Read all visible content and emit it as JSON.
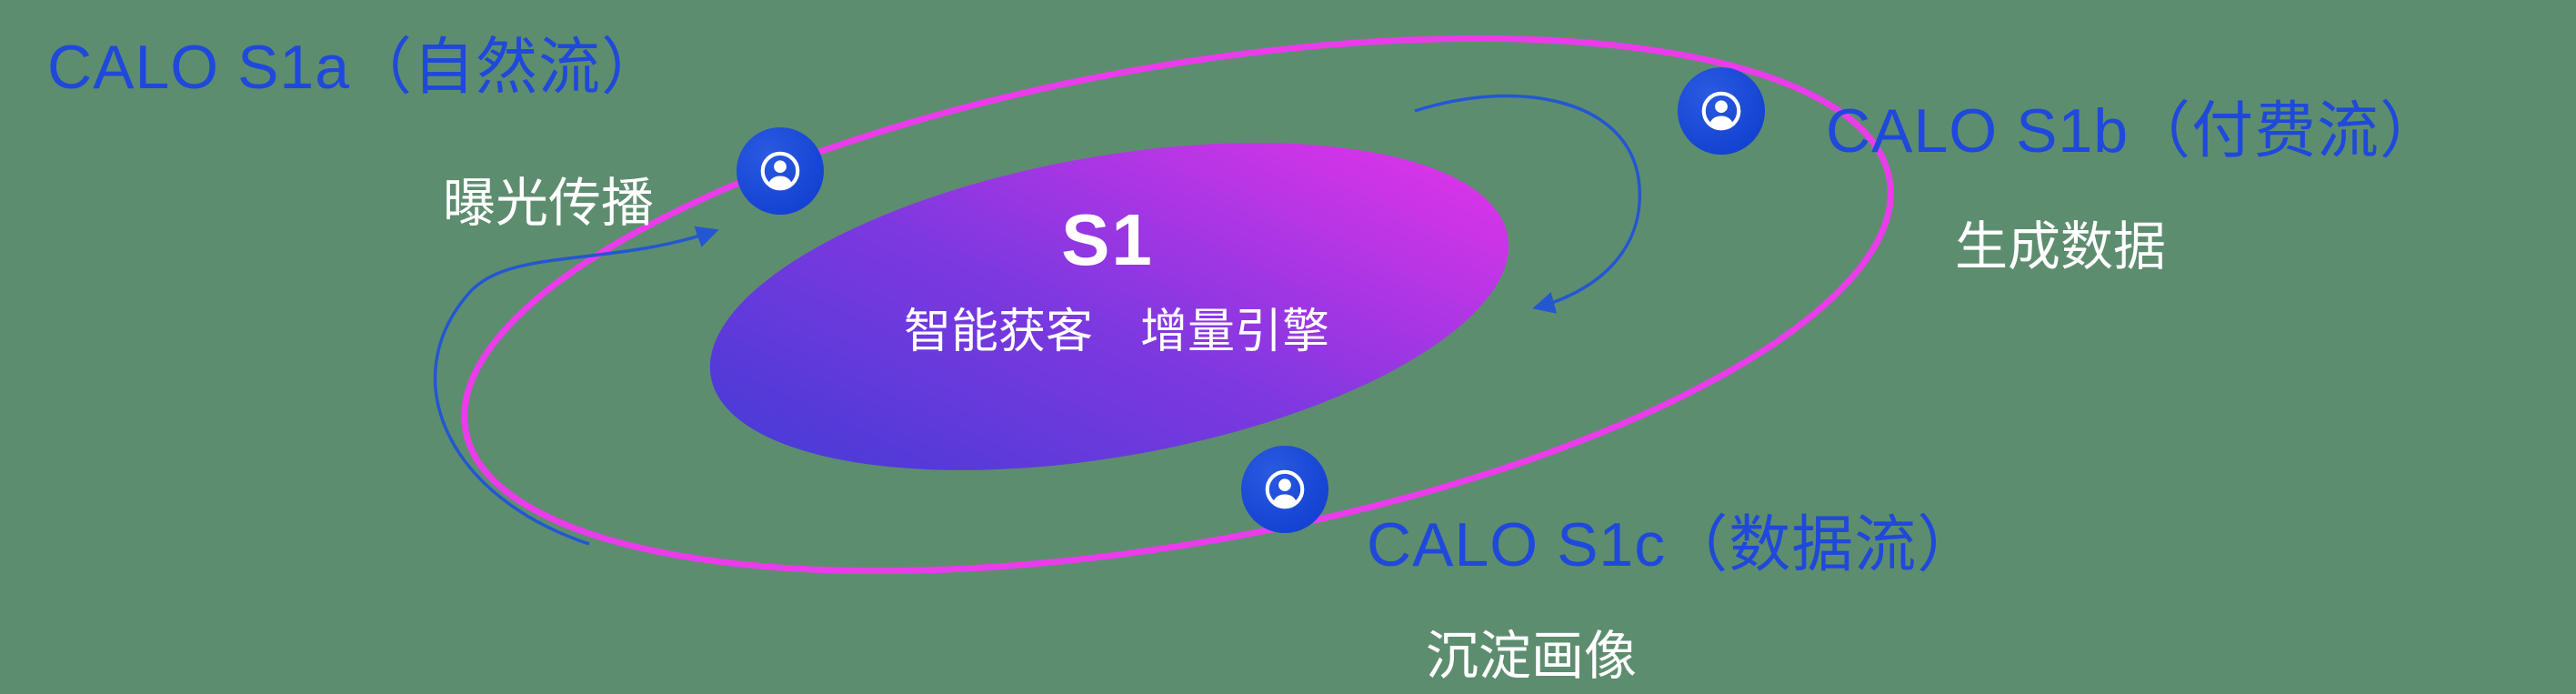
{
  "background_color": "#5d8d6f",
  "colors": {
    "label_blue": "#1f49da",
    "subtitle_white": "#ffffff",
    "orbit_ring_pink": "#ea3cea",
    "node_blue": "#1645d6",
    "arrow_blue": "#2357d2",
    "core_gradient_start": "#3b3cd4",
    "core_gradient_end": "#d934e8"
  },
  "core": {
    "title": "S1",
    "subtitle": "智能获客　增量引擎"
  },
  "nodes": [
    {
      "id": "s1a",
      "title": "CALO S1a（自然流）",
      "subtitle": "曝光传播",
      "icon": "user-icon",
      "position": "top-left"
    },
    {
      "id": "s1b",
      "title": "CALO S1b（付费流）",
      "subtitle": "生成数据",
      "icon": "user-icon",
      "position": "top-right"
    },
    {
      "id": "s1c",
      "title": "CALO S1c（数据流）",
      "subtitle": "沉淀画像",
      "icon": "user-icon",
      "position": "bottom-center"
    }
  ]
}
